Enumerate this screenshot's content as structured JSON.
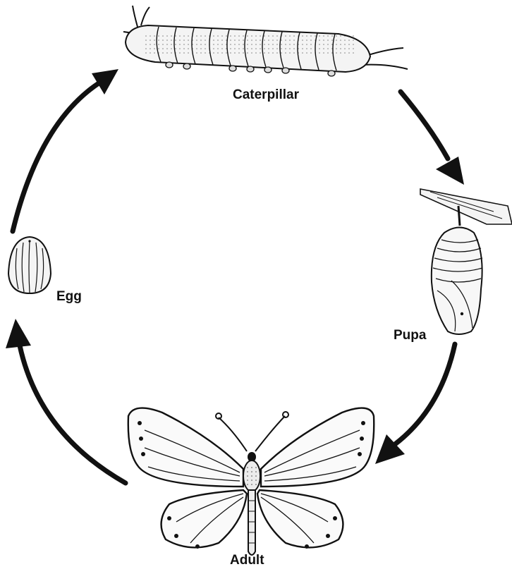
{
  "stages": {
    "caterpillar": "Caterpillar",
    "pupa": "Pupa",
    "adult": "Adult",
    "egg": "Egg"
  },
  "colors": {
    "ink": "#111111",
    "paper": "#ffffff"
  }
}
